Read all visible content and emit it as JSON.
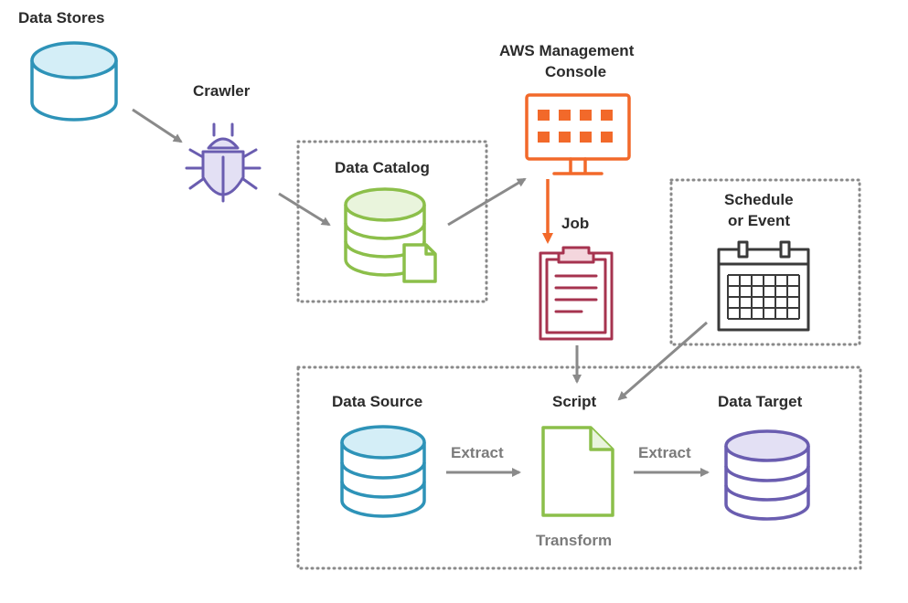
{
  "labels": {
    "data_stores": "Data Stores",
    "crawler": "Crawler",
    "data_catalog": "Data Catalog",
    "aws_console_line1": "AWS Management",
    "aws_console_line2": "Console",
    "job": "Job",
    "schedule_line1": "Schedule",
    "schedule_line2": "or Event",
    "data_source": "Data Source",
    "script": "Script",
    "data_target": "Data Target",
    "extract_left": "Extract",
    "extract_right": "Extract",
    "transform": "Transform"
  },
  "colors": {
    "teal": "#2e93b8",
    "teal_light": "#d4eef7",
    "purple": "#6a5db0",
    "purple_light": "#e3e0f4",
    "green": "#8cbf4a",
    "green_light": "#e9f4dc",
    "orange": "#f2692a",
    "orange_light": "#fde3d6",
    "maroon": "#a6334f",
    "maroon_light": "#f4d6dd",
    "dark": "#3a3a3a",
    "arrow": "#8a8a8a",
    "dots": "#8a8a8a"
  },
  "icons": {
    "data_stores": "database-icon",
    "crawler": "bug-icon",
    "data_catalog": "database-document-icon",
    "console": "monitor-icon",
    "job": "clipboard-icon",
    "schedule": "calendar-icon",
    "data_source": "database-icon",
    "script": "document-icon",
    "data_target": "database-icon"
  }
}
